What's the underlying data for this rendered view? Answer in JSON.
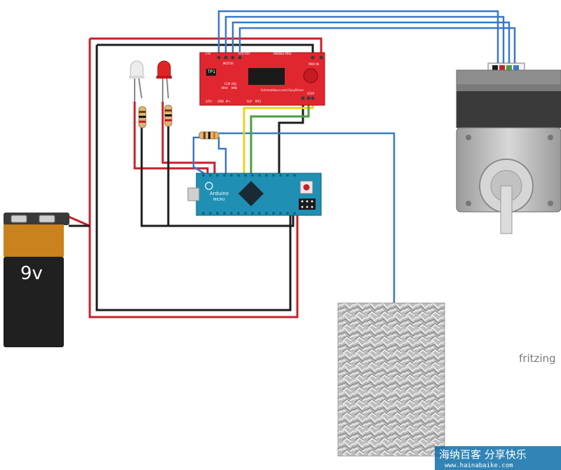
{
  "battery": {
    "label": "9v"
  },
  "easydriver": {
    "top_labels": [
      "+5V",
      "PFD RST",
      "ENABLE MS2"
    ],
    "motor_label": "MOTOR",
    "tp_label": "TP1",
    "pwr_label": "PWR IN",
    "bottom_labels": [
      "3/5V",
      "GND",
      "M+",
      "SLP",
      "MS1"
    ],
    "side_labels": [
      "MAX",
      "MIN",
      "CUR ADJ"
    ],
    "step_label": "STEP",
    "credit": "SchmalzHaus.com/ EasyDriver"
  },
  "arduino": {
    "brand": "Arduino",
    "model": "MICRO"
  },
  "footer": {
    "fritzing": "fritzing",
    "watermark_cn": "海纳百客 分享快乐",
    "watermark_url": "www.hainabaike.com"
  },
  "colors": {
    "wire_red": "#c8202a",
    "wire_black": "#1c1c1c",
    "wire_blue": "#3a78c8",
    "wire_yellow": "#e8d41c",
    "wire_green": "#48a040",
    "board_red": "#e0262e",
    "arduino_blue": "#1f8fb4"
  }
}
